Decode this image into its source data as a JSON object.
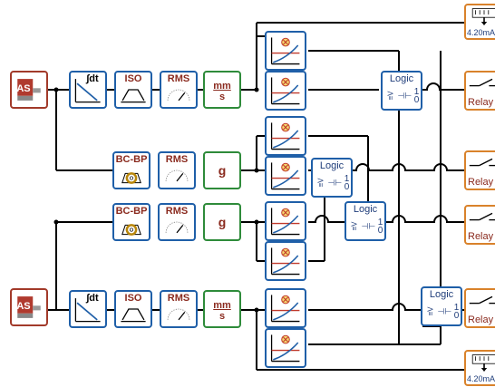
{
  "sensor_label": "AS",
  "integrator_label": "∫dt",
  "iso_label": "ISO",
  "rms_label": "RMS",
  "velocity_unit": {
    "numerator": "mm",
    "denominator": "s"
  },
  "accel_unit": "g",
  "bandpass_label": "BC-BP",
  "logic_label": "Logic",
  "logic_symbol": {
    "iv": "≡V",
    "one": "1",
    "zero": "0"
  },
  "relay_label": "Relay",
  "current_output_label": "4.20mA",
  "colors": {
    "wire": "#000000",
    "block_blue": "#1f5fa8",
    "block_green": "#2e8b3a",
    "block_red": "#a23a2a",
    "block_orange": "#d9822b",
    "label_red": "#8a2a1e",
    "limit_line": "#c0392b"
  }
}
